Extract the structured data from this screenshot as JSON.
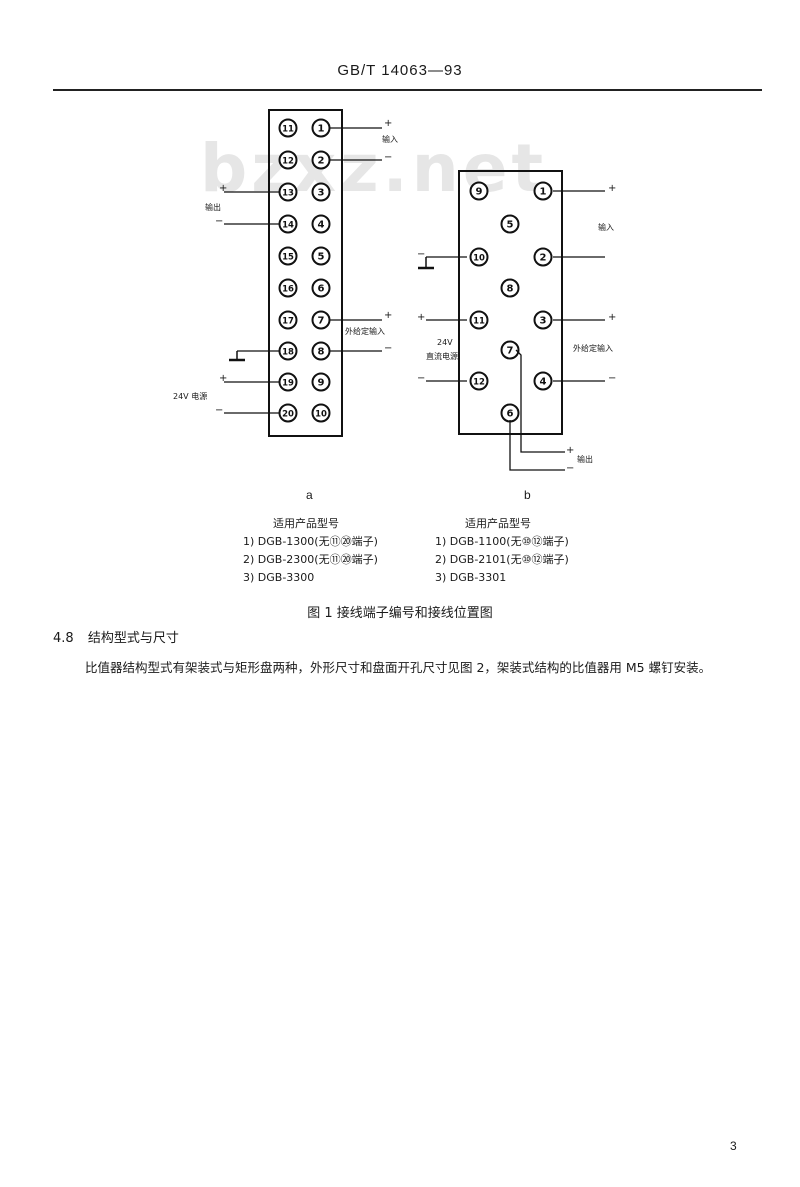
{
  "header": {
    "standard_code": "GB/T 14063—93"
  },
  "watermark": "bzxz.net",
  "figure_a": {
    "sublabel": "a",
    "terminals_left": [
      "11",
      "12",
      "13",
      "14",
      "15",
      "16",
      "17",
      "18",
      "19",
      "20"
    ],
    "terminals_right": [
      "1",
      "2",
      "3",
      "4",
      "5",
      "6",
      "7",
      "8",
      "9",
      "10"
    ],
    "labels": {
      "input": "输入",
      "output": "输出",
      "ext_input": "外给定输入",
      "power": "24V 电源"
    },
    "signs": [
      "+",
      "−",
      "+",
      "−",
      "+",
      "−",
      "+",
      "−"
    ],
    "products_title": "适用产品型号",
    "products": [
      "1) DGB-1300(无⑪⑳端子)",
      "2) DGB-2300(无⑪⑳端子)",
      "3) DGB-3300"
    ]
  },
  "figure_b": {
    "sublabel": "b",
    "terminals": [
      "1",
      "2",
      "3",
      "4",
      "5",
      "6",
      "7",
      "8",
      "9",
      "10",
      "11",
      "12"
    ],
    "labels": {
      "input": "输入",
      "ext_input": "外给定输入",
      "power_line1": "24V",
      "power_line2": "直流电源",
      "output": "输出"
    },
    "signs": [
      "+",
      "+",
      "−",
      "+",
      "−",
      "−",
      "+",
      "−"
    ],
    "products_title": "适用产品型号",
    "products": [
      "1) DGB-1100(无⑩⑫端子)",
      "2) DGB-2101(无⑩⑫端子)",
      "3) DGB-3301"
    ]
  },
  "caption": "图 1  接线端子编号和接线位置图",
  "section": {
    "number": "4.8",
    "title": "结构型式与尺寸",
    "paragraph": "比值器结构型式有架装式与矩形盘两种，外形尺寸和盘面开孔尺寸见图 2，架装式结构的比值器用 M5 螺钉安装。"
  },
  "page_number": "3"
}
